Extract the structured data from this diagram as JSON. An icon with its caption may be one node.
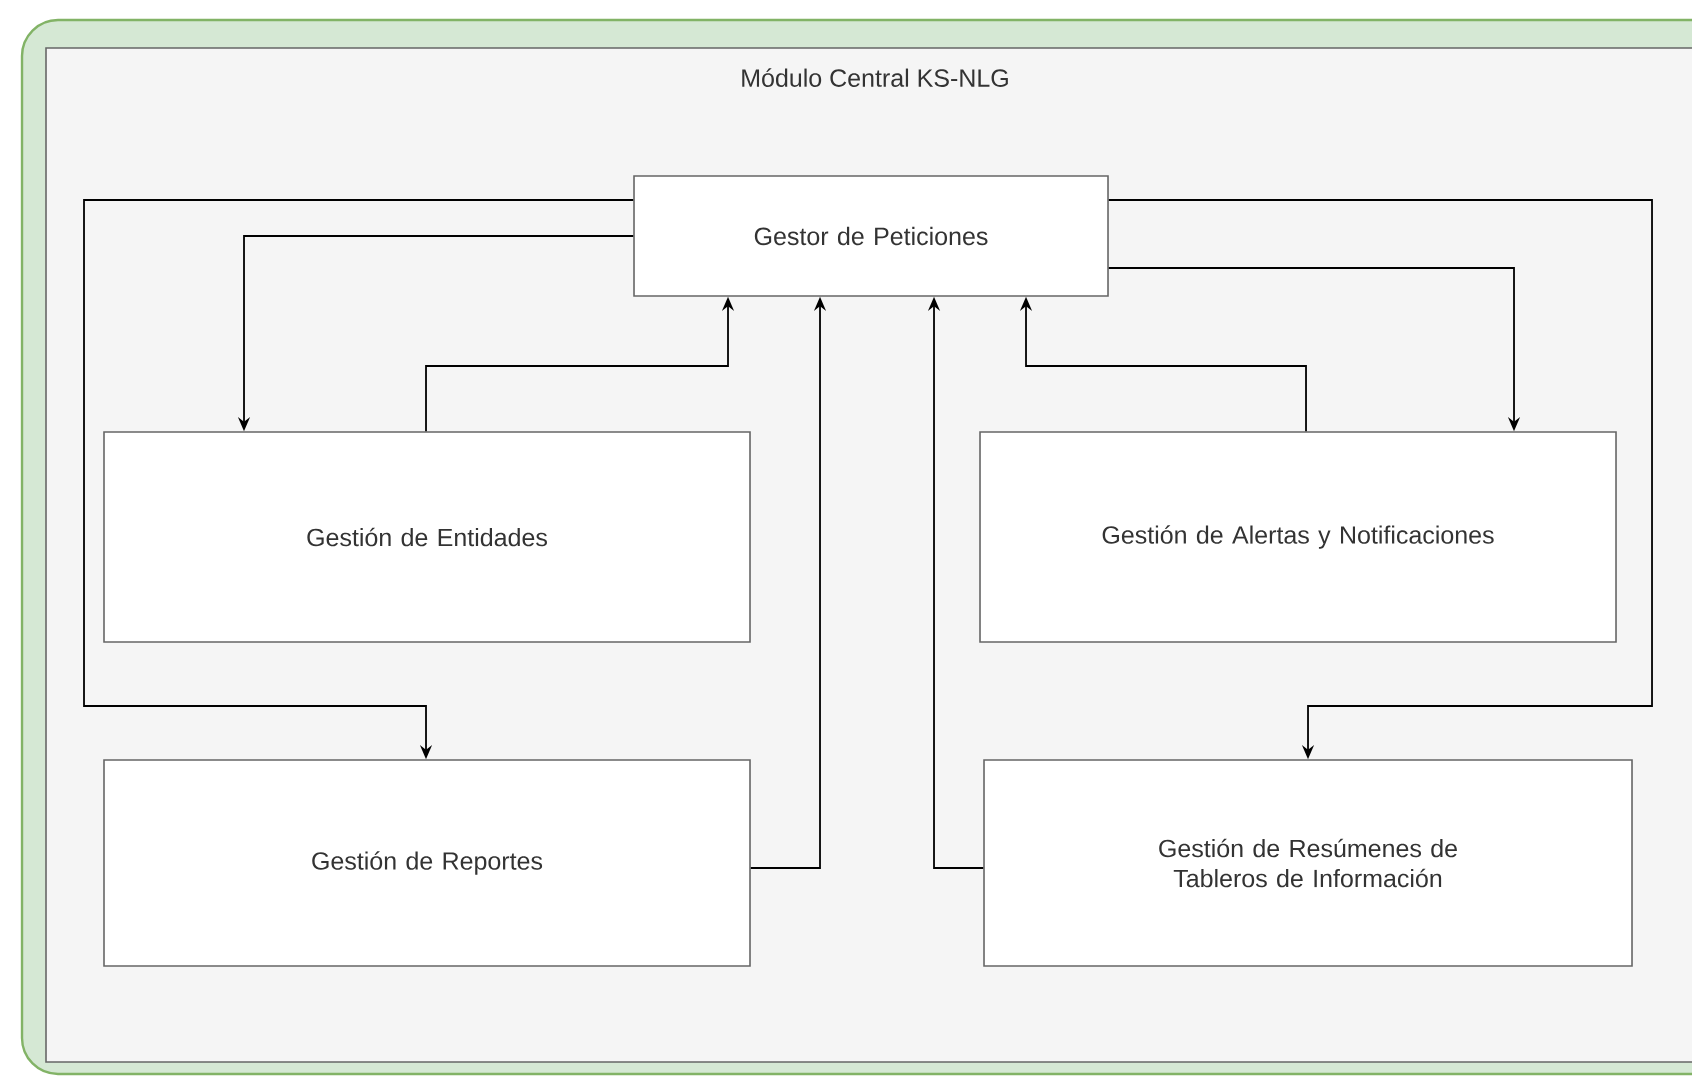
{
  "diagram": {
    "nodes": [
      {
        "text": [
          "Módulo Central KS-NLG"
        ]
      },
      {
        "text": [
          "Gestor de Peticiones"
        ],
        "in": 0
      },
      {
        "text": [
          "Gestión de Entidades"
        ],
        "in": 0
      },
      {
        "text": [
          "Gestión de Alertas y Notificaciones"
        ],
        "in": 0
      },
      {
        "text": [
          "Gestión de Reportes"
        ],
        "in": 0
      },
      {
        "text": [
          "Gestión de Resúmenes de Tableros de Información"
        ],
        "in": 0
      }
    ],
    "edges": [
      {
        "from": 1,
        "to": 2,
        "arrow": "to"
      },
      {
        "from": 2,
        "to": 1,
        "arrow": "to"
      },
      {
        "from": 1,
        "to": 4,
        "arrow": "to"
      },
      {
        "from": 4,
        "to": 1,
        "arrow": "to"
      },
      {
        "from": 5,
        "to": 1,
        "arrow": "to"
      },
      {
        "from": 3,
        "to": 1,
        "arrow": "to"
      },
      {
        "from": 1,
        "to": 3,
        "arrow": "to"
      },
      {
        "from": 1,
        "to": 5,
        "arrow": "to"
      }
    ]
  }
}
